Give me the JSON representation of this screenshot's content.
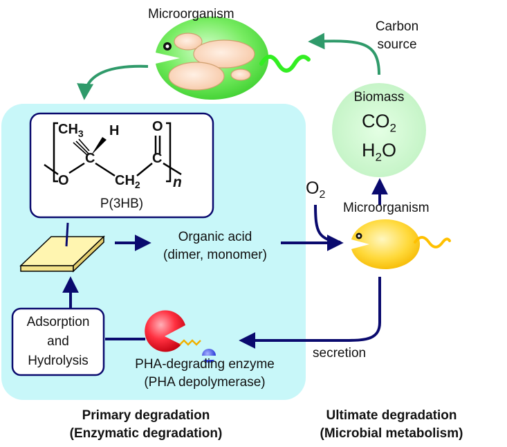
{
  "colors": {
    "panel": "#c8f7f9",
    "arrow_navy": "#0a0a6e",
    "arrow_green": "#2f9a6a",
    "green_microbe": "#57e447",
    "yellow_microbe": "#ffd21f",
    "biomass": "#c9f5cb",
    "film": "#fff5b0",
    "enzyme_red": "#e8001a",
    "enzyme_blue": "#1a2ae0"
  },
  "icons": [
    "green-microorganism-icon",
    "yellow-microorganism-icon",
    "polymer-film-icon",
    "enzyme-icon"
  ],
  "labels": {
    "microorganism_top": "Microorganism",
    "carbon_source_1": "Carbon",
    "carbon_source_2": "source",
    "biomass": "Biomass",
    "co2_main": "CO",
    "co2_sub": "2",
    "h2o_h": "H",
    "h2o_sub": "2",
    "h2o_o": "O",
    "o2_main": "O",
    "o2_sub": "2",
    "microorganism_right": "Microorganism",
    "polymer_name": "P(3HB)",
    "organic_acid_1": "Organic acid",
    "organic_acid_2": "(dimer, monomer)",
    "adsorption_1": "Adsorption",
    "adsorption_2": "and",
    "adsorption_3": "Hydrolysis",
    "enzyme_1": "PHA-degrading enzyme",
    "enzyme_2": "(PHA depolymerase)",
    "secretion": "secretion",
    "primary_1": "Primary degradation",
    "primary_2": "(Enzymatic degradation)",
    "ultimate_1": "Ultimate degradation",
    "ultimate_2": "(Microbial metabolism)"
  },
  "structure": {
    "ch3": "CH",
    "ch3_sub": "3",
    "h": "H",
    "o_top": "O",
    "c_left": "C",
    "c_right": "C",
    "o_ring": "O",
    "ch2": "CH",
    "ch2_sub": "2",
    "n": "n"
  }
}
